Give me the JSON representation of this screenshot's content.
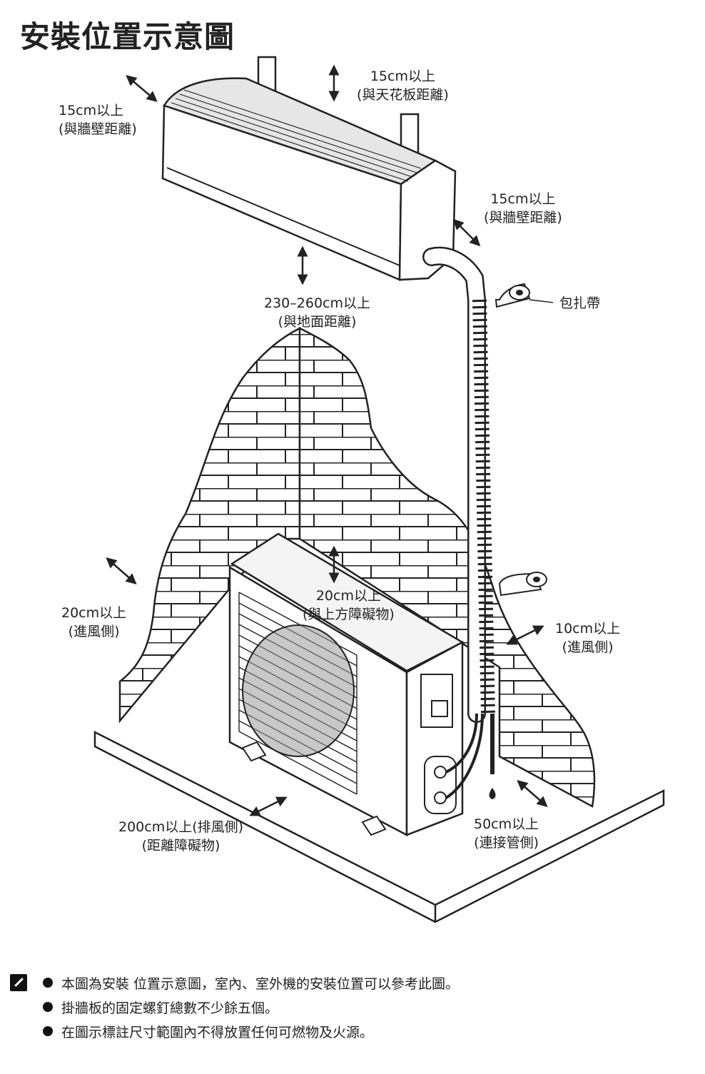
{
  "title": "安裝位置示意圖",
  "labels": {
    "wall_left": {
      "line1": "15cm以上",
      "line2": "(與牆壁距離)"
    },
    "ceiling": {
      "line1": "15cm以上",
      "line2": "(與天花板距離)"
    },
    "wall_right": {
      "line1": "15cm以上",
      "line2": "(與牆壁距離)"
    },
    "tape": {
      "line1": "包扎帶"
    },
    "floor": {
      "line1": "230–260cm以上",
      "line2": "(與地面距離)"
    },
    "top_obstacle": {
      "line1": "20cm以上",
      "line2": "(與上方障礙物)"
    },
    "intake_left": {
      "line1": "20cm以上",
      "line2": "(進風側)"
    },
    "intake_right": {
      "line1": "10cm以上",
      "line2": "(進風側)"
    },
    "exhaust": {
      "line1": "200cm以上(排風側)",
      "line2": "(距離障礙物)"
    },
    "pipe_side": {
      "line1": "50cm以上",
      "line2": "(連接管側)"
    }
  },
  "notes": [
    "本圖為安裝  位置示意圖，室內、室外機的安裝位置可以參考此圖。",
    "掛牆板的固定螺釘總數不少餘五個。",
    "在圖示標註尺寸範圍內不得放置任何可燃物及火源。"
  ]
}
